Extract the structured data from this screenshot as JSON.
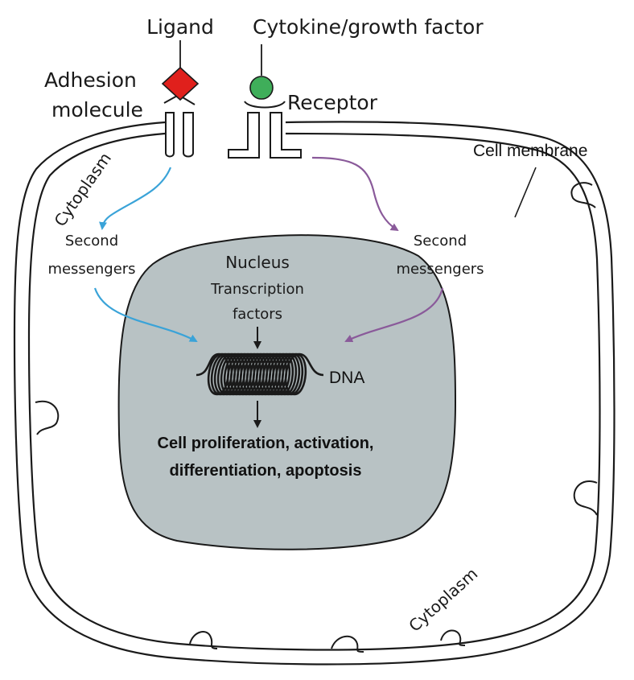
{
  "labels": {
    "ligand": "Ligand",
    "cytokine": "Cytokine/growth factor",
    "adhesion_line1": "Adhesion",
    "adhesion_line2": "molecule",
    "receptor": "Receptor",
    "cell_membrane": "Cell membrane",
    "cytoplasm_top": "Cytoplasm",
    "cytoplasm_bottom": "Cytoplasm",
    "second_left_line1": "Second",
    "second_left_line2": "messengers",
    "second_right_line1": "Second",
    "second_right_line2": "messengers",
    "nucleus": "Nucleus",
    "tf_line1": "Transcription",
    "tf_line2": "factors",
    "dna": "DNA",
    "outcome_line1": "Cell proliferation, activation,",
    "outcome_line2": "differentiation, apoptosis"
  },
  "colors": {
    "ligand": "#e0201c",
    "cytokine": "#3fae5a",
    "nucleus": "#b8c2c4",
    "left_pathway": "#3aa3d8",
    "right_pathway": "#8a5a9a",
    "outline": "#1a1a1a"
  }
}
